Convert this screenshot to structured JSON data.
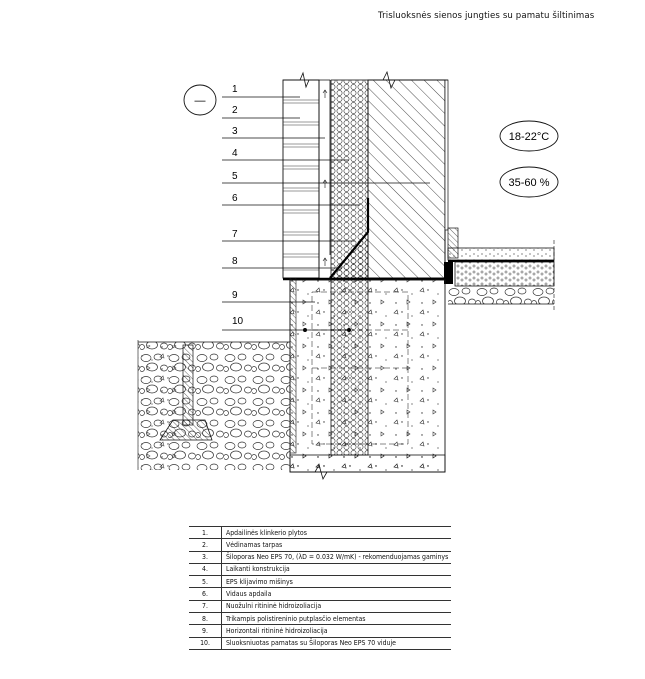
{
  "title": "Trisluoksnės sienos jungties su pamatu šiltinimas",
  "tags": {
    "minus": "—",
    "temperature": "18-22°C",
    "humidity": "35-60 %"
  },
  "callouts": [
    "1",
    "2",
    "3",
    "4",
    "5",
    "6",
    "7",
    "8",
    "9",
    "10"
  ],
  "legend": [
    {
      "num": "1.",
      "text": "Apdailinės klinkerio plytos"
    },
    {
      "num": "2.",
      "text": "Vėdinamas tarpas"
    },
    {
      "num": "3.",
      "text": "Šiloporas Neo EPS 70, (λD = 0.032 W/mK) - rekomenduojamas gaminys"
    },
    {
      "num": "4.",
      "text": "Laikanti konstrukcija"
    },
    {
      "num": "5.",
      "text": "EPS klijavimo mišinys"
    },
    {
      "num": "6.",
      "text": "Vidaus apdaila"
    },
    {
      "num": "7.",
      "text": "Nuožulni ritininė hidroizoliacija"
    },
    {
      "num": "8.",
      "text": "Trikampis polistireninio putplasčio elementas"
    },
    {
      "num": "9.",
      "text": "Horizontali ritininė hidroizoliacija"
    },
    {
      "num": "10.",
      "text": "Sluoksniuotas pamatas su Šiloporas Neo EPS 70 viduje"
    }
  ]
}
